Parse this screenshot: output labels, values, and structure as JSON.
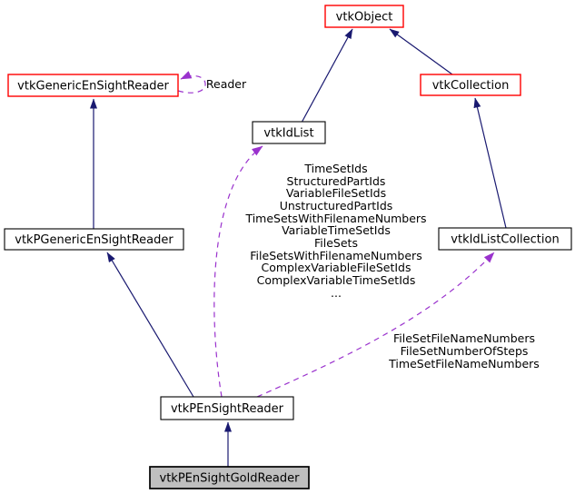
{
  "diagram": {
    "kind": "class-collaboration-graph",
    "nodes": [
      {
        "id": "vtkObject",
        "label": "vtkObject",
        "style": "highlight"
      },
      {
        "id": "vtkGenericEnSightReader",
        "label": "vtkGenericEnSightReader",
        "style": "highlight"
      },
      {
        "id": "vtkCollection",
        "label": "vtkCollection",
        "style": "highlight"
      },
      {
        "id": "vtkIdList",
        "label": "vtkIdList",
        "style": "plain"
      },
      {
        "id": "vtkPGenericEnSightReader",
        "label": "vtkPGenericEnSightReader",
        "style": "plain"
      },
      {
        "id": "vtkIdListCollection",
        "label": "vtkIdListCollection",
        "style": "plain"
      },
      {
        "id": "vtkPEnSightReader",
        "label": "vtkPEnSightReader",
        "style": "plain"
      },
      {
        "id": "vtkPEnSightGoldReader",
        "label": "vtkPEnSightGoldReader",
        "style": "focus"
      }
    ],
    "edges": [
      {
        "from": "vtkIdList",
        "to": "vtkObject",
        "type": "inheritance"
      },
      {
        "from": "vtkCollection",
        "to": "vtkObject",
        "type": "inheritance"
      },
      {
        "from": "vtkIdListCollection",
        "to": "vtkCollection",
        "type": "inheritance"
      },
      {
        "from": "vtkPGenericEnSightReader",
        "to": "vtkGenericEnSightReader",
        "type": "inheritance"
      },
      {
        "from": "vtkPEnSightReader",
        "to": "vtkPGenericEnSightReader",
        "type": "inheritance"
      },
      {
        "from": "vtkPEnSightGoldReader",
        "to": "vtkPEnSightReader",
        "type": "inheritance"
      },
      {
        "from": "vtkGenericEnSightReader",
        "to": "vtkGenericEnSightReader",
        "type": "usage",
        "label_key": "reader_label"
      },
      {
        "from": "vtkPEnSightReader",
        "to": "vtkIdList",
        "type": "usage",
        "label_key": "idlist_members"
      },
      {
        "from": "vtkPEnSightReader",
        "to": "vtkIdListCollection",
        "type": "usage",
        "label_key": "idlistcollection_members"
      }
    ],
    "edge_labels": {
      "reader_label": "Reader",
      "idlist_members": [
        "TimeSetIds",
        "StructuredPartIds",
        "VariableFileSetIds",
        "UnstructuredPartIds",
        "TimeSetsWithFilenameNumbers",
        "VariableTimeSetIds",
        "FileSets",
        "FileSetsWithFilenameNumbers",
        "ComplexVariableFileSetIds",
        "ComplexVariableTimeSetIds",
        "..."
      ],
      "idlistcollection_members": [
        "FileSetFileNameNumbers",
        "FileSetNumberOfSteps",
        "TimeSetFileNameNumbers"
      ]
    },
    "colors": {
      "edge-solid": "#191970",
      "edge-dashed": "#9a32cd",
      "node-border": "#000000",
      "node-border-highlight": "#ff0000",
      "node-fill": "#ffffff",
      "focus-fill": "#bfbfbf",
      "text": "#000000",
      "background": "#ffffff"
    }
  }
}
